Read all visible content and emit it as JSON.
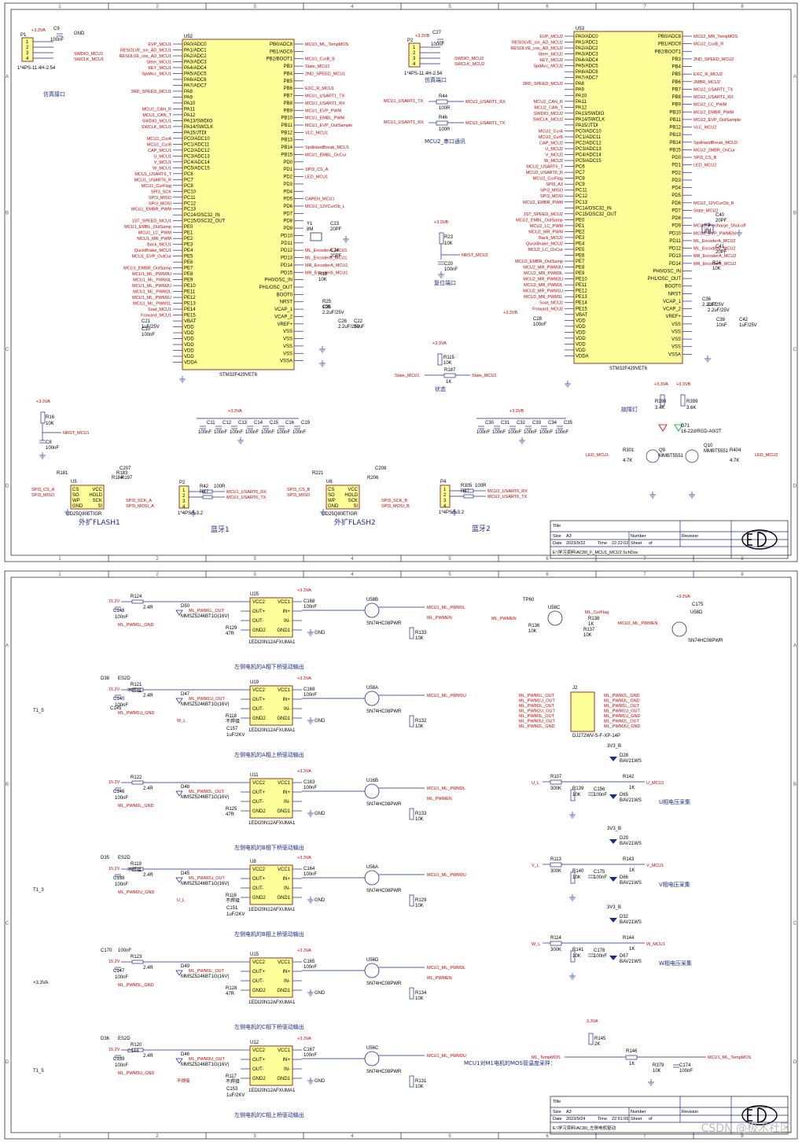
{
  "sheet1": {
    "zones_top": [
      "1",
      "2",
      "3",
      "4",
      "5",
      "6",
      "7",
      "8"
    ],
    "zones_side": [
      "A",
      "B",
      "C",
      "D"
    ],
    "p1": {
      "ref": "P1",
      "part": "1*4PS-11.4H-2.54",
      "cap": "C9",
      "cap_val": "100nF",
      "vcc": "+3.3VA",
      "gnd": "GND",
      "net_a": "SWDIO_MCU1",
      "net_b": "SWCLK_MCU1",
      "caption": "仿真接口"
    },
    "u52": {
      "ref": "U52",
      "part": "STM32F429VET6",
      "left_pins": [
        "EVP_MCU1 PA0/ADC0",
        "RESOLVE_sin_AD_MCU1 PA1/ADC1",
        "RESOLVE_cos_AD_MCU1 PA2/ADC2",
        "Steer_MCU1 PA3/ADC3",
        "KEY_MCU1 PA4/ADC4",
        "SpdAcc_MCU1 PA5/ADC5",
        "PA6/ADC6",
        "PA7/ADC7",
        "3RD_SPEED_MCU1 PA8",
        "PA9",
        "PA10",
        "MCU1_CAN_R PA11",
        "MCU1_CAN_T PA12",
        "SWDIO_MCU1 PA13/SWDIO",
        "SWCLK_MCU1 PA14/SWCLK",
        "PA15/JTDI",
        "MCU1_CurA PC0/ADC10",
        "MCU1_CurB PC1/ADC11",
        "CAP_MCU1 PC2/ADC12",
        "U_MCU1 PC3/ADC13",
        "V_MCU1 PC4/ADC14",
        "W_MCU1 PC5/ADC15",
        "MCU1_USART6_T PC6",
        "MCU1_USART6_R PC7",
        "MCU1_CurFlag PC8",
        "SPI3_SCK PC10",
        "SPI3_MISO PC11",
        "SPI3_MOSI PC12",
        "MCU1_EMBR_PWM PC13",
        "PC14/OSC32_IN",
        "1ST_SPEED_MCU1 PC15/OSC32_OUT",
        "MCU1_EMBL_OutSamp PE0",
        "MCU1_LC_PWM PE1",
        "MCU1_MR_PWM PE2",
        "Back_MCU1 PE3",
        "QuickBrake_MCU1 PE4",
        "MCU1_EVP_OutCur PE5",
        "PE6",
        "MCU1_EMBR_OutSamp PE7",
        "MCU1_ML_PWM3U PE8",
        "MCU1_ML_PWM3L PE9",
        "MCU1_ML_PWM2U PE10",
        "MCU1_ML_PWM2L PE11",
        "MCU1_ML_PWM1U PE12",
        "MCU1_ML_PWM1L PE13",
        "Soat_MCU1 PE14",
        "Forward_MCU1 PE15",
        "VBAT",
        "VDD",
        "VDD",
        "VDD",
        "VDD",
        "VDD",
        "VDD",
        "VDDA"
      ],
      "right_pins": [
        "PB0/ADC8 MCU1_ML_TempMOS",
        "PB1/ADC9",
        "PB2/BOOT1 MCU1_CurB_B",
        "PB3 State_MCU1",
        "PB4 2ND_SPEED_MCU1",
        "PB5",
        "PB6 EXC_R_MCU1",
        "PB7 MCU1_USART1_TX",
        "PB8 MCU1_USART1_RX",
        "PB9 MCU1_EVP_PWM",
        "PB10 MCU1_EMBL_PWM",
        "PB11 MCU1_EVP_OutSample",
        "PB12 VLC_MCU1",
        "PB13",
        "PB14 SpdHandBreak_MCU1",
        "PB15 MCU1_EMBL_OvCur",
        "PD0",
        "PD1 SPI3_CS_A",
        "PD2 LED_MCU1",
        "PD3",
        "PD4",
        "PD5 CAPEN_MCU1",
        "PD6 MCU1_12VCurOb_L",
        "PD7",
        "PD8",
        "PD9",
        "PD10",
        "PD11",
        "PD12 ML_EncoderA_MCU1",
        "PD13 ML_EncoderB_MCU1",
        "PD14 MR_EncoderA_MCU1",
        "PD15 MR_EncoderB_MCU1",
        "PH0/OSC_IN",
        "PH1/OSC_OUT",
        "BOOT0",
        "NRST",
        "VCAP_1",
        "VCAP_2",
        "VREF+",
        "VSS",
        "VSS",
        "VSS",
        "VSS",
        "VSSA"
      ]
    },
    "mcu1_parts": [
      "Y1",
      "8M",
      "C23",
      "20PF",
      "C24",
      "20PF",
      "R18",
      "10K",
      "R25",
      "10K",
      "C25",
      "2.2uF/25V",
      "C26",
      "2.2uF/25V",
      "C22",
      "10uF",
      "C21",
      "1uF/25V",
      "C10",
      "100nF"
    ],
    "p2": {
      "ref": "P2",
      "part": "1*4PS-11.4H-2.54",
      "cap": "C27",
      "cap_val": "100nF",
      "vcc": "+3.3VB",
      "net_a": "SWDIO_MCU2",
      "net_b": "SWCLK_MCU2",
      "caption": "仿真端口"
    },
    "uart_block": {
      "r1": "R44",
      "r1_val": "100R",
      "r2": "R46",
      "r2_val": "100R",
      "in_a": "MCU1_USART1_TX",
      "in_b": "MCU1_USART1_RX",
      "out_a": "MCU2_USART1_RX",
      "out_b": "MCU2_USART1_TX",
      "caption": "MCU2_串口通讯"
    },
    "rst_block": {
      "vcc": "+3.3VB",
      "r": "R23",
      "r_val": "10K",
      "c": "C20",
      "c_val": "100nF",
      "net": "NRST_MCU2",
      "caption": "复位端口"
    },
    "state_block": {
      "vcc": "+3.3VA",
      "r1": "R115",
      "r1_val": "10K",
      "r2": "R187",
      "r2_val": "1K",
      "in": "State_MCU1",
      "out": "State_MCU2",
      "caption": "状态"
    },
    "u53": {
      "ref": "U53",
      "part": "STM32F429VET6",
      "left_pins": [
        "EVP_MCU2 PA0/ADC0",
        "RESOLVE_sin_AD_MCU2 PA1/ADC1",
        "RESOLVE_cos_AD_MCU2 PA2/ADC2",
        "Steer_MCU2 PA3/ADC3",
        "KEY_MCU2 PA4/ADC4",
        "SpdAcc_MCU2 PA5/ADC5",
        "PA6/ADC6",
        "PA7/ADC7",
        "3RD_SPEED_MCU2 PA8",
        "PA9",
        "PA10",
        "MCU2_CAN_R PA11",
        "MCU2_CAN_T PA12",
        "SWDIO_MCU2 PA13/SWDIO",
        "SWCLK_MCU2 PA14/SWCLK",
        "PA15/JTDI",
        "MCU2_CurA PC0/ADC10",
        "MCU2_CurB PC1/ADC11",
        "CAP_MCU2 PC2/ADC12",
        "U_MCU2 PC3/ADC13",
        "V_MCU2 PC4/ADC14",
        "W_MCU2 PC5/ADC15",
        "MCU2_USART6_T PC6",
        "MCU2_USART6_R PC7",
        "MCU2_CurFlag PC8",
        "SPI3_A3 PC9",
        "SPI3_MISO PC11",
        "SPI3_MOSI PC12",
        "MCU2_EMBR_PWM PC13",
        "PC14/OSC32_IN",
        "1ST_SPEED_MCU2 PC15/OSC32_OUT",
        "MCU2_EMBL_OutSamp PE0",
        "MCU2_LC_PWM PE1",
        "MCU2_MR_PWM PE2",
        "Back_MCU2 PE3",
        "QuickBrake_MCU2 PE4",
        "MCU2_LC_OvCur PE5",
        "PE6",
        "MCU2_EMBR_OutSamp PE7",
        "MCU2_MR_PWM3U PE8",
        "MCU2_MR_PWM3L PE9",
        "MCU2_MR_PWM2U PE10",
        "MCU2_MR_PWM2L PE11",
        "MCU2_MR_PWM1U PE12",
        "MCU2_MR_PWM1L PE13",
        "Soat_MCU2 PE14",
        "Forward_MCU2 PE15",
        "VBAT",
        "VDD",
        "VDD",
        "VDD",
        "VDD",
        "VDD",
        "VDD",
        "VDDA"
      ],
      "right_pins": [
        "PB0/ADC8 MCU2_MR_TempMOS",
        "PB1/ADC9 MCU2_CurB_R",
        "PB2/BOOT1",
        "PB3 2ND_SPEED_MCU2",
        "PB4",
        "PB5 EXC_R_MCU2",
        "PB6 2MBR_MCU2",
        "PB7 MCU2_USART1_TX",
        "PB8 MCU2_USART1_RX",
        "PB9 MCU2_LC_PWM",
        "PB10 MCU2_EMBR_PWM",
        "PB11 MCU2_EVP_OutSample",
        "PB12 VLC_MCU2",
        "PB13",
        "PB14 SpdHandBreak_MCU2",
        "PB15 MCU2_2MBR_OvCur",
        "PD0 SPI3_CS_B",
        "PD1 LED_MCU2",
        "PD2",
        "PD3",
        "PD4",
        "PD5",
        "PD6 MCU2_12VCurOb_R",
        "PD7 State_MCU2",
        "PD8",
        "PD9 MCU2_Precharge_Shut-off",
        "PD10 MCU2_EVP_PWMEN",
        "PD11 ML_EncoderA_MCU2",
        "PD12 ML_EncoderB_MCU2",
        "PD13 MR_EncoderA_MCU2",
        "PD14 MR_EncoderB_MCU2",
        "PH0/OSC_IN",
        "PH1/OSC_OUT",
        "BOOT0",
        "NRST",
        "VCAP_1",
        "VCAP_2",
        "VREF+",
        "VSS",
        "VSS",
        "VSS",
        "VSS",
        "VSSA"
      ]
    },
    "mcu2_parts": [
      "Y2",
      "8M",
      "C40",
      "20PF",
      "C41",
      "20PF",
      "R24",
      "10K",
      "C36",
      "2.2uF/25V",
      "C37",
      "2.2uF/25V",
      "C39",
      "10nF",
      "C42",
      "1uF/25V",
      "C28",
      "100nF",
      "+3.3VB"
    ],
    "decoupling1": {
      "vcc": "+3.3VA",
      "caps": [
        "C11",
        "C12",
        "C13",
        "C14",
        "C15",
        "C16",
        "C19"
      ],
      "val": "100nF"
    },
    "decoupling2": {
      "vcc": "+3.3VB",
      "caps": [
        "C30",
        "C31",
        "C32",
        "C33",
        "C34",
        "C35"
      ],
      "val": "100nF"
    },
    "nrst1": {
      "vcc": "+3.3VA",
      "r": "R16",
      "r_val": "10K",
      "c": "C8",
      "c_val": "100nF",
      "net": "NRST_MCU1"
    },
    "flash1": {
      "ref": "U5",
      "part": "GD25Q80ETIGR",
      "pins_l": [
        "CS",
        "SO",
        "WP",
        "GND"
      ],
      "pins_r": [
        "VCC",
        "HOLD",
        "SCK",
        "SI"
      ],
      "nets": [
        "SPI3_CS_A",
        "SPI3_MISO",
        "SPI3_SCK_A",
        "SPI3_MOSI_A"
      ],
      "r": [
        "R181",
        "R184",
        "R183",
        "R197"
      ],
      "c": "C207",
      "caption": "外扩FLASH1"
    },
    "bt1": {
      "ref": "P2",
      "part": "1*4PS/5.3.2",
      "r": [
        "R42",
        "R47"
      ],
      "r_val": "100R",
      "nets": [
        "MCU1_USART6_RX",
        "MCU1_USART6_TX"
      ],
      "caption": "蓝牙1"
    },
    "flash2": {
      "ref": "U6",
      "part": "GD25Q80ETIGR",
      "pins_l": [
        "CS",
        "SO",
        "WP",
        "GND"
      ],
      "pins_r": [
        "VCC",
        "HOLD",
        "SCK",
        "SI"
      ],
      "nets": [
        "SPI3_CS_B",
        "SPI3_MISO",
        "SPI3_SCK_B",
        "SPI3_MOSI_B"
      ],
      "r": [
        "R221",
        "R206"
      ],
      "c": "C208",
      "caption": "外扩FLASH2"
    },
    "bt2": {
      "ref": "P4",
      "part": "1*4PS/5.3.2",
      "r": [
        "R305",
        "R47"
      ],
      "r_val": "100R",
      "nets": [
        "MCU2_USART6_RX",
        "MCU2_USART6_TX"
      ],
      "caption": "蓝牙2"
    },
    "fault_led": {
      "vcc": "+3.3VA",
      "vcc2": "+3.3VB",
      "r1": "R398",
      "r1_val": "3.4K",
      "r2": "R399",
      "r2_val": "3.6K",
      "led": "D71",
      "led_part": "16-22d/RGD-A0/2T",
      "q1": "Q9",
      "q1_part": "MMBT5551",
      "q2": "Q10",
      "q2_part": "MMBT5551",
      "r3": "R301",
      "r3_val": "4.7K",
      "r4": "R404",
      "r4_val": "4.7K",
      "in1": "LED_MCU1",
      "in2": "LED_MCU2",
      "caption": "故障灯"
    },
    "titleblock": {
      "title_label": "Title",
      "title": "",
      "size_label": "Size",
      "size": "A3",
      "number_label": "Number",
      "revision_label": "Revision",
      "date_label": "Date",
      "date": "2023/9/22",
      "time_label": "Time",
      "time": "22:22:02",
      "sheet_label": "Sheet",
      "of": "of",
      "file": "E:\\学习资料\\AC80_F_MCU1_MCU2.SchDoc"
    }
  },
  "sheet2": {
    "zones_top": [
      "1",
      "2",
      "3",
      "4",
      "5",
      "6",
      "7",
      "8"
    ],
    "zones_side": [
      "A",
      "B",
      "C",
      "D"
    ],
    "drivers": [
      {
        "ref": "U25",
        "part": "1EDI20N12AFXUMA1",
        "pins": [
          "VCC2",
          "OUT+",
          "OUT-",
          "GND2",
          "VCC1",
          "IN+",
          "IN-",
          "GND1"
        ],
        "supply": "15.2V",
        "vcc": "+3.3VA",
        "r_in": "R124",
        "r_in_val": "2.4R",
        "c_in": "C148",
        "c_in_val": "100nF",
        "cap": "C168",
        "cap_val": "100nF",
        "r_pull": "R129",
        "r_pull_val": "47R",
        "zener": "D50",
        "zener_part": "MMSZ5246BT1G(16V)",
        "net_out": "ML_PWM1L_OUT",
        "net_gnd": "ML_PWM1L_GND",
        "buffer": "U58B",
        "buffer_part": "SN74HC08PWR",
        "net_mcu": "MCU1_ML_PWM1L",
        "net_en": "ML_PWMEN",
        "r_buf": "R133",
        "r_buf_val": "10K",
        "caption": "左侧电机的A相下桥驱动输出"
      },
      {
        "ref": "U19",
        "part": "1EDI20N12AFXUMA1",
        "pins": [
          "VCC2",
          "OUT+",
          "OUT-",
          "GND2",
          "VCC1",
          "IN+",
          "IN-",
          "GND1"
        ],
        "supply": "15.2V",
        "vcc": "+3.3VA",
        "r_in": "R121",
        "r_in_val": "2.4R",
        "c_in": "C140",
        "c_in_val": "100nF",
        "cap": "C169",
        "cap_val": "100nF",
        "r_pull": "R118",
        "r_pull_val": "不焊接",
        "zener": "D47",
        "zener_part": "MMSZ5246BT1G(16V)",
        "net_out": "ML_PWM1U_OUT",
        "net_gnd": "ML_PWM1U_GND",
        "buffer": "U58A",
        "buffer_part": "SN74HC08PWR",
        "net_mcu": "MCU1_ML_PWM1U",
        "net_en": "",
        "r_buf": "R132",
        "r_buf_val": "10K",
        "caption": "左侧电机的A相上桥驱动输出",
        "extra": [
          "D38",
          "ES2D",
          "T1_5",
          "C157",
          "1uF/2KV",
          "W_L",
          "不焊接",
          "C145"
        ]
      },
      {
        "ref": "U11",
        "part": "1EDI20N12AFXUMA1",
        "pins": [
          "VCC2",
          "OUT+",
          "OUT-",
          "GND2",
          "VCC1",
          "IN+",
          "IN-",
          "GND1"
        ],
        "supply": "15.2V",
        "vcc": "+3.3VA",
        "r_in": "R122",
        "r_in_val": "2.4R",
        "c_in": "C146",
        "c_in_val": "100nF",
        "cap": "C163",
        "cap_val": "100nF",
        "r_pull": "R125",
        "r_pull_val": "47R",
        "zener": "D48",
        "zener_part": "MMSZ5246BT1G(16V)",
        "net_out": "ML_PWM2L_OUT",
        "net_gnd": "ML_PWM2L_GND",
        "buffer": "U16B",
        "buffer_part": "SN74HC08PWR",
        "net_mcu": "MCU1_ML_PWM2L",
        "net_en": "ML_PWMEN",
        "r_buf": "R133",
        "r_buf_val": "10K",
        "caption": "左侧电机的B相下桥驱动输出"
      },
      {
        "ref": "U8",
        "part": "1EDI20N12AFXUMA1",
        "pins": [
          "VCC2",
          "OUT+",
          "OUT-",
          "GND2",
          "VCC1",
          "IN+",
          "IN-",
          "GND1"
        ],
        "supply": "15.2V",
        "vcc": "+3.3VA",
        "r_in": "R119",
        "r_in_val": "2.4R",
        "c_in": "C138",
        "c_in_val": "100nF",
        "cap": "C164",
        "cap_val": "100nF",
        "r_pull": "R116",
        "r_pull_val": "不焊接",
        "zener": "D45",
        "zener_part": "MMSZ5246BT1G(16V)",
        "net_out": "ML_PWM2U_OUT",
        "net_gnd": "ML_PWM2U_GND",
        "buffer": "U56A",
        "buffer_part": "SN74HC08PWR",
        "net_mcu": "MCU1_ML_PWM2U",
        "net_en": "",
        "r_buf": "R129",
        "r_buf_val": "10K",
        "caption": "左侧电机的B相上桥驱动输出",
        "extra": [
          "D35",
          "ES2D",
          "T1_3",
          "C151",
          "1uF/2KV",
          "U_L",
          "不焊接"
        ]
      },
      {
        "ref": "U15",
        "part": "1EDI20N12AFXUMA1",
        "pins": [
          "VCC2",
          "OUT+",
          "OUT-",
          "GND2",
          "VCC1",
          "IN+",
          "IN-",
          "GND1"
        ],
        "supply": "15.2V",
        "vcc": "+3.3VA",
        "r_in": "R123",
        "r_in_val": "2.4R",
        "c_in": "C147",
        "c_in_val": "100nF",
        "cap": "C165",
        "cap_val": "100nF",
        "r_pull": "R128",
        "r_pull_val": "47R",
        "zener": "D49",
        "zener_part": "MMSZ5246BT1G(16V)",
        "net_out": "ML_PWM3L_OUT",
        "net_gnd": "ML_PWM3L_GND",
        "buffer": "U56D",
        "buffer_part": "SN74HC08PWR",
        "net_mcu": "MCU1_ML_PWM3L",
        "net_en": "ML_PWMEN",
        "r_buf": "R134",
        "r_buf_val": "10K",
        "caption": "左侧电机的C相下桥驱动输出",
        "extra": [
          "C170",
          "100nF",
          "+3.3VA"
        ]
      },
      {
        "ref": "U12",
        "part": "1EDI20N12AFXUMA1",
        "pins": [
          "VCC2",
          "OUT+",
          "OUT-",
          "GND2",
          "VCC1",
          "IN+",
          "IN-",
          "GND1"
        ],
        "supply": "15.2V",
        "vcc": "+3.3VA",
        "r_in": "R120",
        "r_in_val": "2.4R",
        "c_in": "C139",
        "c_in_val": "100nF",
        "cap": "C167",
        "cap_val": "100nF",
        "r_pull": "R117",
        "r_pull_val": "不焊接",
        "zener": "D46",
        "zener_part": "MMSZ5246BT1G(16V)",
        "net_out": "ML_PWM3U_OUT",
        "net_gnd": "ML_PWM3U_GND",
        "buffer": "U56C",
        "buffer_part": "SN74HC08PWR",
        "net_mcu": "MCU1_ML_PWM3U",
        "net_en": "",
        "r_buf": "R131",
        "r_buf_val": "10K",
        "caption": "左侧电机的C相上桥驱动输出",
        "extra": [
          "D36",
          "ES2D",
          "T1_5",
          "C153",
          "1uF/2KV",
          "不焊接",
          "C144"
        ]
      }
    ],
    "curflag": {
      "tp": "TP60",
      "tp_net": "ML_PWMEN",
      "r": "R136",
      "r_val": "10K",
      "buf": "U58C",
      "r2": "R138",
      "r2_val": "1K",
      "r3": "R137",
      "r3_val": "10K",
      "net_in": "ML_CurFlag",
      "net_out": "MCU2_ML_PWMEN"
    },
    "cur_buf2": {
      "buf": "U58D",
      "part": "SN74HC08PWR",
      "cap": "C175",
      "cap_val": "100nF",
      "vcc": "+3.3VA"
    },
    "j2": {
      "ref": "J2",
      "part": "DJ272WV-S-F-XP-14P",
      "left": [
        "ML_PWM1L_OUT",
        "ML_PWM1U_OUT",
        "ML_PWM2L_OUT",
        "ML_PWM2U_OUT",
        "ML_PWM3L_OUT",
        "ML_PWM3U_OUT",
        "ML_PWM2L_GND"
      ],
      "right": [
        "ML_PWM2L_GND",
        "ML_PWM3L_GND",
        "ML_PWM1L_OUT",
        "ML_PWM1U_OUT",
        "ML_PWM1U_GND",
        "ML_PWM2L_OUT",
        "ML_PWM3U_GND"
      ]
    },
    "phase_sense": [
      {
        "in": "U_L",
        "r1": "R107",
        "r1_val": "300K",
        "r2": "R139",
        "r2_val": "10K",
        "c": "C156",
        "c_val": "100nF",
        "r3": "R142",
        "r3_val": "1K",
        "d1": "D28",
        "d2": "D65",
        "d_part": "BAV21WS",
        "vcc": "3V3_B",
        "out": "U_MCU1",
        "caption": "U相电压采集"
      },
      {
        "in": "V_L",
        "r1": "R113",
        "r1_val": "300K",
        "r2": "R140",
        "r2_val": "10K",
        "c": "C175",
        "c_val": "100nF",
        "r3": "R143",
        "r3_val": "1K",
        "d1": "D29",
        "d2": "D66",
        "d_part": "BAV21WS",
        "vcc": "3V3_B",
        "out": "V_MCU1",
        "caption": "V相电压采集"
      },
      {
        "in": "W_L",
        "r1": "R114",
        "r1_val": "300K",
        "r2": "R141",
        "r2_val": "10K",
        "c": "C176",
        "c_val": "100nF",
        "r3": "R144",
        "r3_val": "1K",
        "d1": "D32",
        "d2": "D67",
        "d_part": "BAV21WS",
        "vcc": "3V3_B",
        "out": "W_MCU1",
        "caption": "W相电压采集"
      }
    ],
    "temp": {
      "vcc": "3.3VA",
      "r1": "R145",
      "r1_val": "2K",
      "r2": "R146",
      "r2_val": "1K",
      "r3": "R379",
      "r3_val": "10K",
      "c": "C174",
      "c_val": "100nF",
      "in": "ML_TempMOS",
      "out": "MCU1_ML_TempMOS",
      "caption": "MCU1对M1电机的MOS管温度采样："
    },
    "titleblock": {
      "title_label": "Title",
      "title": "",
      "size_label": "Size",
      "size": "A3",
      "number_label": "Number",
      "revision_label": "Revision",
      "date_label": "Date",
      "date": "2023/9/24",
      "time_label": "Time",
      "time": "22:51:06",
      "sheet_label": "Sheet",
      "of": "of",
      "file": "E:\\学习资料\\AC80_左侧电机驱动"
    }
  },
  "watermark": "CSDN @极术社区"
}
